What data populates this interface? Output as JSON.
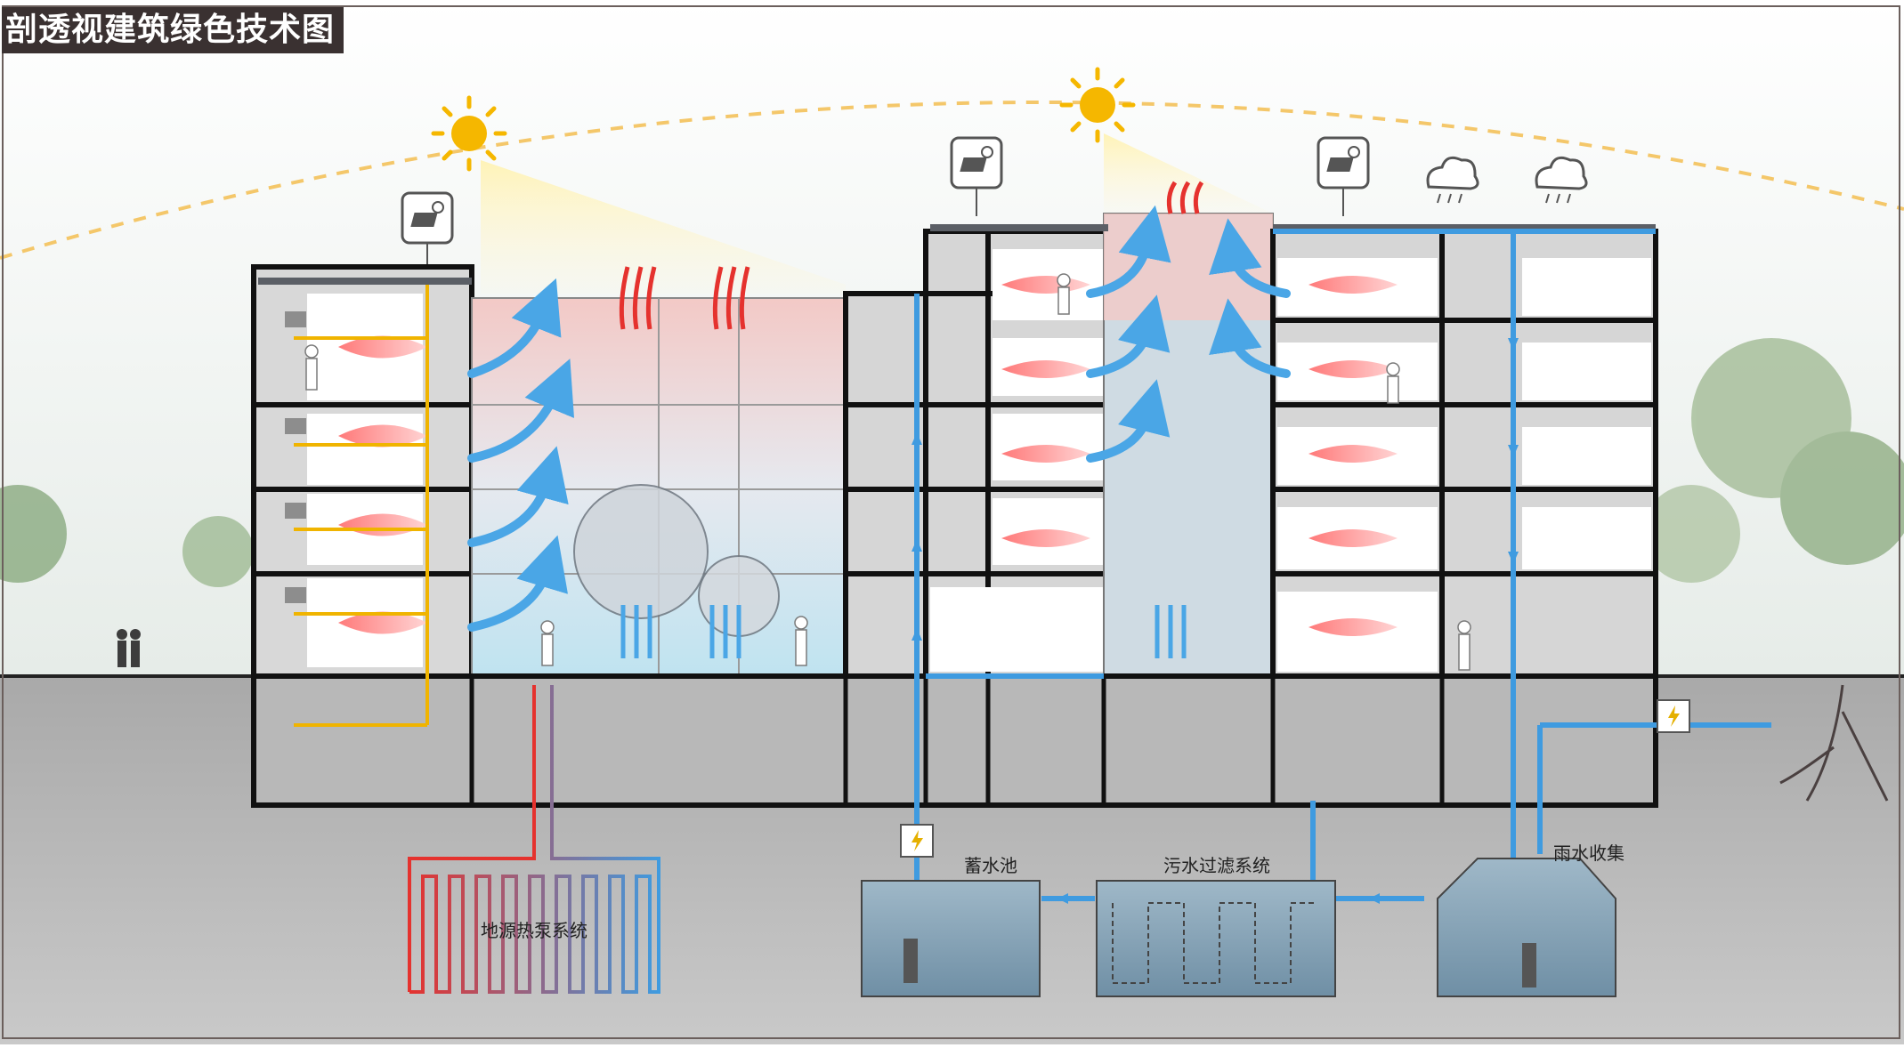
{
  "title": "剖透视建筑绿色技术图",
  "labels": {
    "storage_pool": "蓄水池",
    "sewage_filter": "污水过滤系统",
    "rain_collection": "雨水收集",
    "ground_source_heat_pump": "地源热泵系统"
  },
  "icons": [
    "sun-icon",
    "solar-panel-icon",
    "rain-cloud-icon",
    "lightning-bolt-icon",
    "person-silhouette-icon",
    "tree-icon"
  ],
  "colors": {
    "water_blue": "#3f9be0",
    "heat_red": "#e5322e",
    "sun_yellow": "#f5b700",
    "wire_yellow": "#f0b400",
    "ground_gray": "#9c9c9c",
    "title_bg": "#3a3131"
  }
}
